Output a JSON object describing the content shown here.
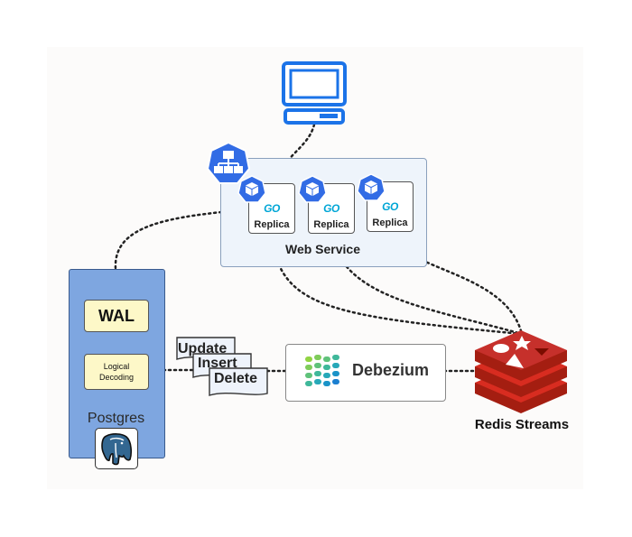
{
  "web_service": {
    "label": "Web Service",
    "replicas": [
      {
        "logo": "GO",
        "label": "Replica"
      },
      {
        "logo": "GO",
        "label": "Replica"
      },
      {
        "logo": "GO",
        "label": "Replica"
      }
    ]
  },
  "postgres": {
    "label": "Postgres",
    "wal_label": "WAL",
    "logical_decoding_line1": "Logical",
    "logical_decoding_line2": "Decoding"
  },
  "change_events": [
    "Update",
    "Insert",
    "Delete"
  ],
  "debezium": {
    "label": "Debezium"
  },
  "redis": {
    "label": "Redis Streams"
  },
  "icons": {
    "client": "desktop-computer-icon",
    "load_balancer": "kubernetes-service-icon",
    "pod": "kubernetes-pod-icon",
    "database": "postgres-elephant-icon",
    "debezium": "debezium-logo-icon",
    "redis": "redis-logo-icon"
  },
  "colors": {
    "kubernetes_blue": "#326ce5",
    "computer_blue": "#1b73e8",
    "postgres_column": "#7ea6e0",
    "note_yellow": "#fdf8c8",
    "redis_red": "#c6302b",
    "go_cyan": "#00a6d6",
    "debezium_green": "#91d443"
  }
}
